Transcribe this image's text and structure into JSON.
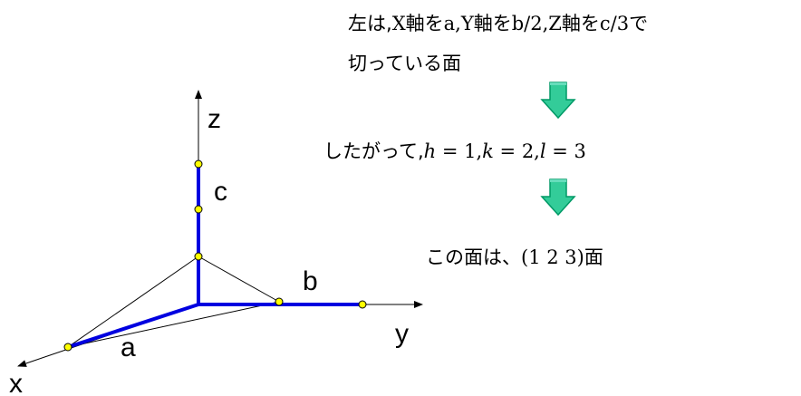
{
  "axes": {
    "x_label": "x",
    "y_label": "y",
    "z_label": "z"
  },
  "segments": {
    "a_label": "a",
    "b_label": "b",
    "c_label": "c"
  },
  "text": {
    "line1": {
      "p1": "左は,",
      "p2": "X",
      "p3": "軸を",
      "p4": "a,Y",
      "p5": "軸を",
      "p6": "b/2,Z",
      "p7": "軸を",
      "p8": "c/3",
      "p9": "で"
    },
    "line2": "切っている面",
    "line3": {
      "prefix": "したがって,",
      "h": "h",
      "eq1": " = 1,",
      "k": "k",
      "eq2": " = 2,",
      "l": "l",
      "eq3": " = 3"
    },
    "line4": {
      "p1": "この面は、",
      "p2": "(1 2 3)",
      "p3": "面"
    }
  },
  "colors": {
    "axis_highlight": "#0000e0",
    "point_fill": "#ffff00",
    "arrow_fill": "#33cc99",
    "arrow_stroke": "#009966"
  },
  "icons": {
    "down_arrow": "down-arrow-icon"
  }
}
